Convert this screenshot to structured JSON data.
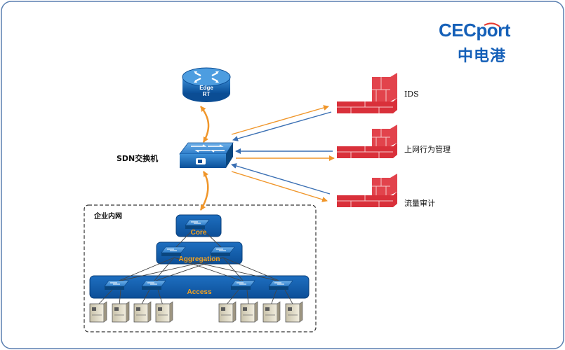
{
  "logo": {
    "name_en": "CECport",
    "name_cn": "中电港"
  },
  "router": {
    "label_line1": "Edge",
    "label_line2": "RT"
  },
  "sdn_switch": {
    "label": "SDN交换机"
  },
  "firewalls": [
    {
      "label": "IDS"
    },
    {
      "label": "上网行为管理"
    },
    {
      "label": "流量审计"
    }
  ],
  "network_zone": {
    "label": "企业内网"
  },
  "layers": {
    "core": "Core",
    "aggregation": "Aggregation",
    "access": "Access"
  },
  "colors": {
    "frame": "#5a7fb0",
    "arrow_orange": "#f0962a",
    "arrow_blue": "#3a6fb3",
    "device_blue": "#0d5fae",
    "firewall_red": "#d9303a",
    "layer_label": "#f5a21e"
  }
}
